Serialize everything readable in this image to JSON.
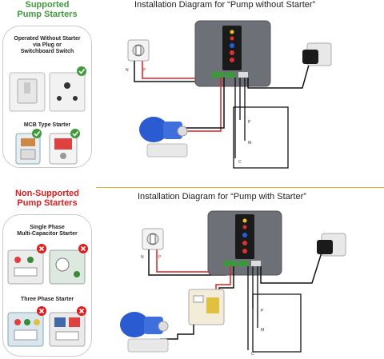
{
  "supported": {
    "title_line1": "Supported",
    "title_line2": "Pump Starters",
    "item1": {
      "line1": "Operated Without Starter",
      "line2": "via Plug or",
      "line3": "Switchboard Switch"
    },
    "item2": {
      "label": "MCB Type Starter"
    }
  },
  "non_supported": {
    "title_line1": "Non-Supported",
    "title_line2": "Pump Starters",
    "item1": {
      "line1": "Single Phase",
      "line2": "Multi-Capacitor Starter"
    },
    "item2": {
      "label": "Three Phase Starter"
    }
  },
  "diagram1": {
    "title": "Installation Diagram for “Pump without Starter”",
    "switch_n": "N",
    "switch_p": "P",
    "probe_p": "P",
    "probe_m": "M",
    "probe_c": "C"
  },
  "diagram2": {
    "title": "Installation Diagram for “Pump with Starter”",
    "switch_n": "N",
    "switch_p": "P",
    "probe_p": "P",
    "probe_m": "M",
    "probe_c": "C"
  },
  "colors": {
    "supported": "#3f9a3a",
    "non_supported": "#e01c1c",
    "divider": "#f0b23a",
    "wire_red": "#e02020",
    "wire_black": "#111111",
    "controller": "#6e7078",
    "pump": "#2a5bd0"
  }
}
